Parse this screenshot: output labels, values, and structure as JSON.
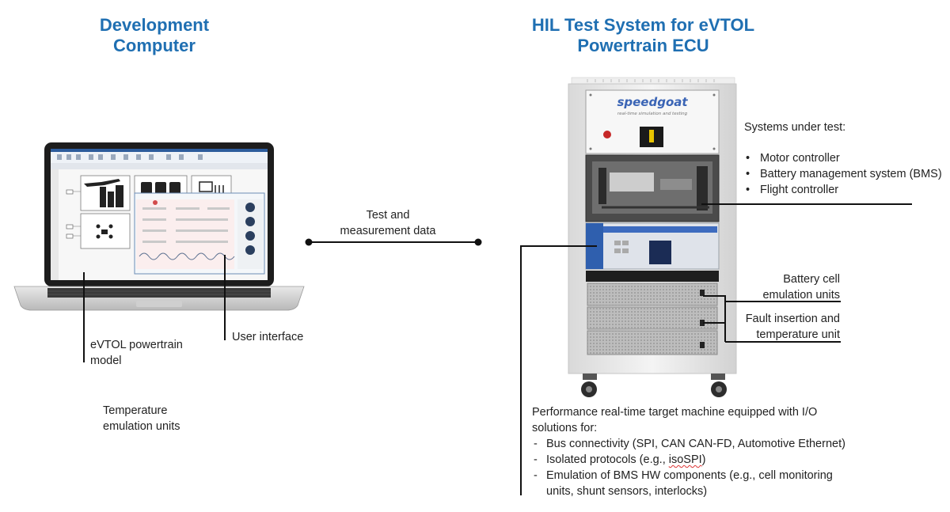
{
  "left_title": [
    "Development",
    "Computer"
  ],
  "right_title": [
    "HIL Test System for eVTOL",
    "Powertrain ECU"
  ],
  "link_label": [
    "Test and",
    "measurement data"
  ],
  "laptop": {
    "label_model": [
      "eVTOL powertrain",
      "model"
    ],
    "label_ui": "User interface"
  },
  "temperature_label": [
    "Temperature",
    "emulation units"
  ],
  "rack": {
    "brand": "speedgoat",
    "tagline": "real-time simulation and testing"
  },
  "systems_under_test": {
    "heading": "Systems under test:",
    "items": [
      "Motor controller",
      "Battery management system (BMS)",
      "Flight controller"
    ]
  },
  "battery_label": [
    "Battery cell",
    "emulation units"
  ],
  "fault_label": [
    "Fault insertion and",
    "temperature unit"
  ],
  "performance": {
    "intro": [
      "Performance real-time target machine equipped with I/O",
      "solutions for:"
    ],
    "items": [
      {
        "text": "Bus connectivity (SPI, CAN CAN-FD, Automotive Ethernet)"
      },
      {
        "pre": "Isolated protocols (e.g., ",
        "mark": "isoSPI",
        "post": ")"
      },
      {
        "text": "Emulation of BMS HW components (e.g., cell monitoring"
      },
      {
        "text": "units, shunt sensors, interlocks)",
        "continuation": true
      }
    ]
  },
  "colors": {
    "title": "#1f6fb2",
    "line": "#111111",
    "rack_frame": "#e9e9e9",
    "speedgoat_blue": "#3a64b5"
  }
}
